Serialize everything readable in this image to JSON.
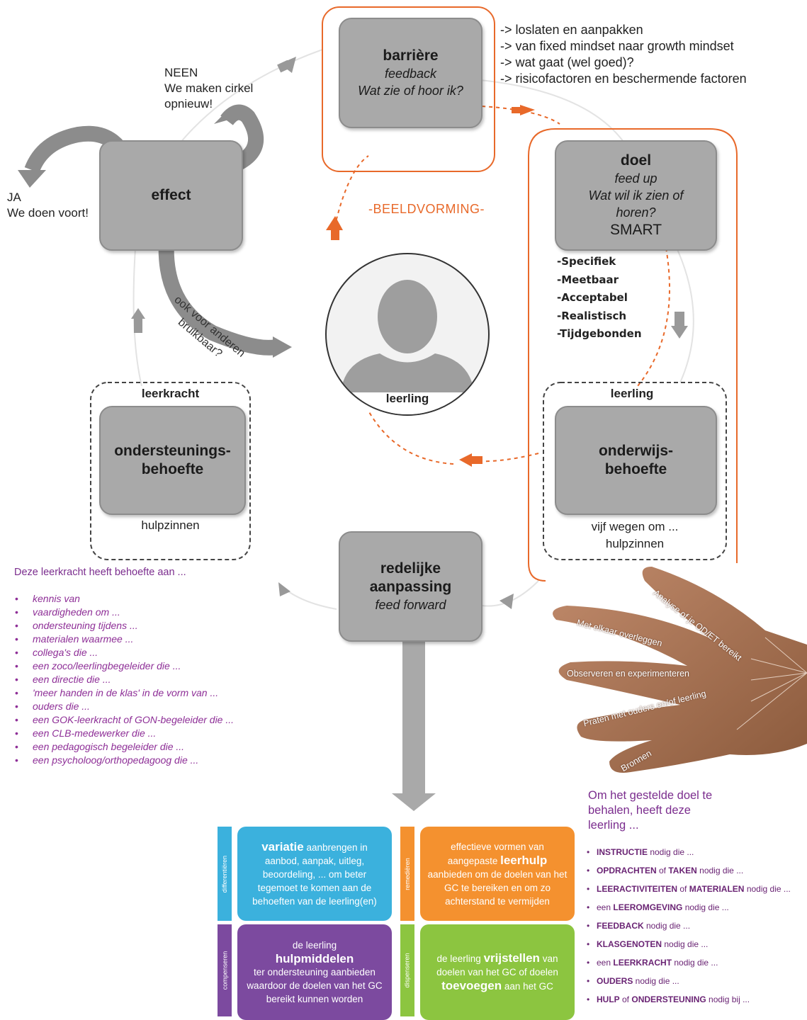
{
  "boxes": {
    "barriere": {
      "title": "barrière",
      "line1": "feedback",
      "line2": "Wat zie of hoor ik?"
    },
    "doel": {
      "title": "doel",
      "line1": "feed up",
      "line2": "Wat wil ik zien of horen?",
      "line3": "SMART"
    },
    "effect": {
      "title": "effect"
    },
    "ondersteuning": {
      "header": "leerkracht",
      "title": "ondersteunings-behoefte",
      "footer": "hulpzinnen"
    },
    "onderwijs": {
      "header": "leerling",
      "title": "onderwijs-behoefte",
      "footer1": "vijf wegen om ...",
      "footer2": "hulpzinnen"
    },
    "aanpassing": {
      "title1": "redelijke",
      "title2": "aanpassing",
      "subtitle": "feed forward"
    }
  },
  "barriere_notes": [
    "-> loslaten en aanpakken",
    "-> van fixed mindset naar growth mindset",
    "-> wat gaat (wel goed)?",
    "-> risicofactoren en beschermende factoren"
  ],
  "neen": {
    "l1": "NEEN",
    "l2": "We maken cirkel",
    "l3": "opnieuw!"
  },
  "ja": {
    "l1": "JA",
    "l2": "We doen voort!"
  },
  "curve_text": {
    "l1": "ook voor anderen",
    "l2": "bruikbaar?"
  },
  "beeldvorming": "-BEELDVORMING-",
  "leerling_center": "leerling",
  "smart_items": [
    "-Specifiek",
    "-Meetbaar",
    "-Acceptabel",
    "-Realistisch",
    "-Tijdgebonden"
  ],
  "leerkracht_intro": "Deze leerkracht heeft behoefte aan ...",
  "leerkracht_needs": [
    "kennis van",
    "vaardigheden om ...",
    "ondersteuning tijdens ...",
    "materialen waarmee ...",
    "collega's die ...",
    "een zoco/leerlingbegeleider die ...",
    "een directie die ...",
    "'meer handen in de klas' in de vorm van ...",
    "ouders die ...",
    "een GOK-leerkracht of GON-begeleider die ...",
    "een CLB-medewerker die ...",
    "een pedagogisch begeleider die ...",
    "een psycholoog/orthopedagoog die ..."
  ],
  "hand_fingers": [
    "Analyse of je OD/ET bereikt",
    "Met elkaar overleggen",
    "Observeren en experimenteren",
    "Praten met ouders en/of leerling",
    "Bronnen"
  ],
  "leerling_intro": "Om het gestelde doel te behalen, heeft deze leerling ...",
  "leerling_needs": [
    {
      "b": "INSTRUCTIE",
      "r": " nodig die ..."
    },
    {
      "b": "OPDRACHTEN",
      "m": " of ",
      "b2": "TAKEN",
      "r": " nodig die ..."
    },
    {
      "b": "LEERACTIVITEITEN",
      "m": " of ",
      "b2": "MATERIALEN",
      "r": " nodig die ..."
    },
    {
      "p": "een ",
      "b": "LEEROMGEVING",
      "r": " nodig die ..."
    },
    {
      "b": "FEEDBACK",
      "r": " nodig die ..."
    },
    {
      "b": "KLASGENOTEN",
      "r": " nodig die ..."
    },
    {
      "p": "een ",
      "b": "LEERKRACHT",
      "r": " nodig die ..."
    },
    {
      "b": "OUDERS",
      "r": " nodig die ..."
    },
    {
      "b": "HULP",
      "m": " of ",
      "b2": "ONDERSTEUNING",
      "r": " nodig bij ..."
    }
  ],
  "tiles": {
    "differentieren": {
      "side": "differentiëren",
      "bold": "variatie",
      "text1": " aanbrengen in aanbod, aanpak, uitleg, beoordeling, ... om beter tegemoet te komen aan de behoeften van de leerling(en)"
    },
    "remedieren": {
      "side": "remediëren",
      "pre": "effectieve vormen van aangepaste ",
      "bold": "leerhulp",
      "text1": " aanbieden om de doelen van het GC te bereiken en om zo achterstand te vermijden"
    },
    "compenseren": {
      "side": "compenseren",
      "pre": "de leerling",
      "bold": "hulpmiddelen",
      "text1": "ter ondersteuning aanbieden waardoor de doelen van het GC bereikt kunnen worden"
    },
    "dispenseren": {
      "side": "dispenseren",
      "pre": "de leerling ",
      "bold": "vrijstellen",
      "text1": " van doelen van het GC of doelen ",
      "bold2": "toevoegen",
      "text2": " aan het GC"
    }
  },
  "colors": {
    "orange": "#e8692a",
    "grey_box": "#a9a9a9",
    "blue": "#3bb1dd",
    "orange_tile": "#f4912f",
    "purple": "#7c4a9f",
    "green": "#8cc540",
    "text_purple": "#8e2f97"
  }
}
